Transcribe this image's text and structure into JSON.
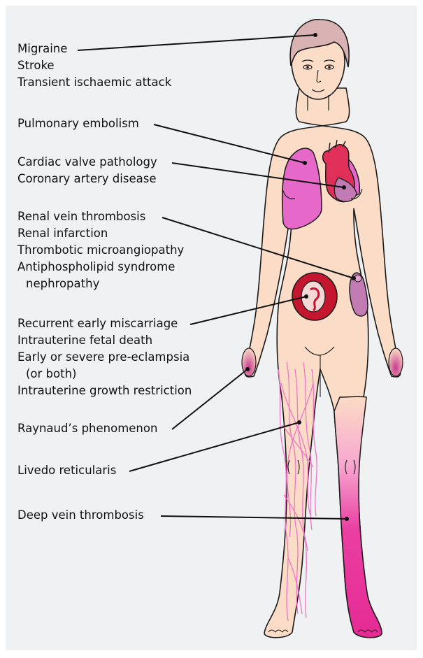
{
  "groups": [
    {
      "id": "brain",
      "lines": [
        "Migraine",
        "Stroke",
        "Transient ischaemic attack"
      ]
    },
    {
      "id": "lung",
      "lines": [
        "Pulmonary embolism"
      ]
    },
    {
      "id": "heart",
      "lines": [
        "Cardiac valve pathology",
        "Coronary artery disease"
      ]
    },
    {
      "id": "kidney",
      "lines": [
        "Renal vein thrombosis",
        "Renal infarction",
        "Thrombotic microangiopathy",
        "Antiphospholipid syndrome",
        "nephropathy"
      ]
    },
    {
      "id": "uterus",
      "lines": [
        "Recurrent early miscarriage",
        "Intrauterine fetal death",
        "Early or severe pre-eclampsia",
        "(or both)",
        "Intrauterine growth restriction"
      ]
    },
    {
      "id": "fingers",
      "lines": [
        "Raynaud’s phenomenon"
      ]
    },
    {
      "id": "leg-skin",
      "lines": [
        "Livedo reticularis"
      ]
    },
    {
      "id": "leg-vein",
      "lines": [
        "Deep vein thrombosis"
      ]
    }
  ],
  "colors": {
    "background": "#f0f1f2",
    "skin": "#fbdcc6",
    "outline": "#1a1a1a",
    "hair": "#d9b2b3",
    "lung": "#e668c8",
    "heart": "#e0305a",
    "kidney": "#c27bb2",
    "uterus": "#c4162e",
    "livedo": "#f075c8",
    "dvt": "#e8319a"
  }
}
